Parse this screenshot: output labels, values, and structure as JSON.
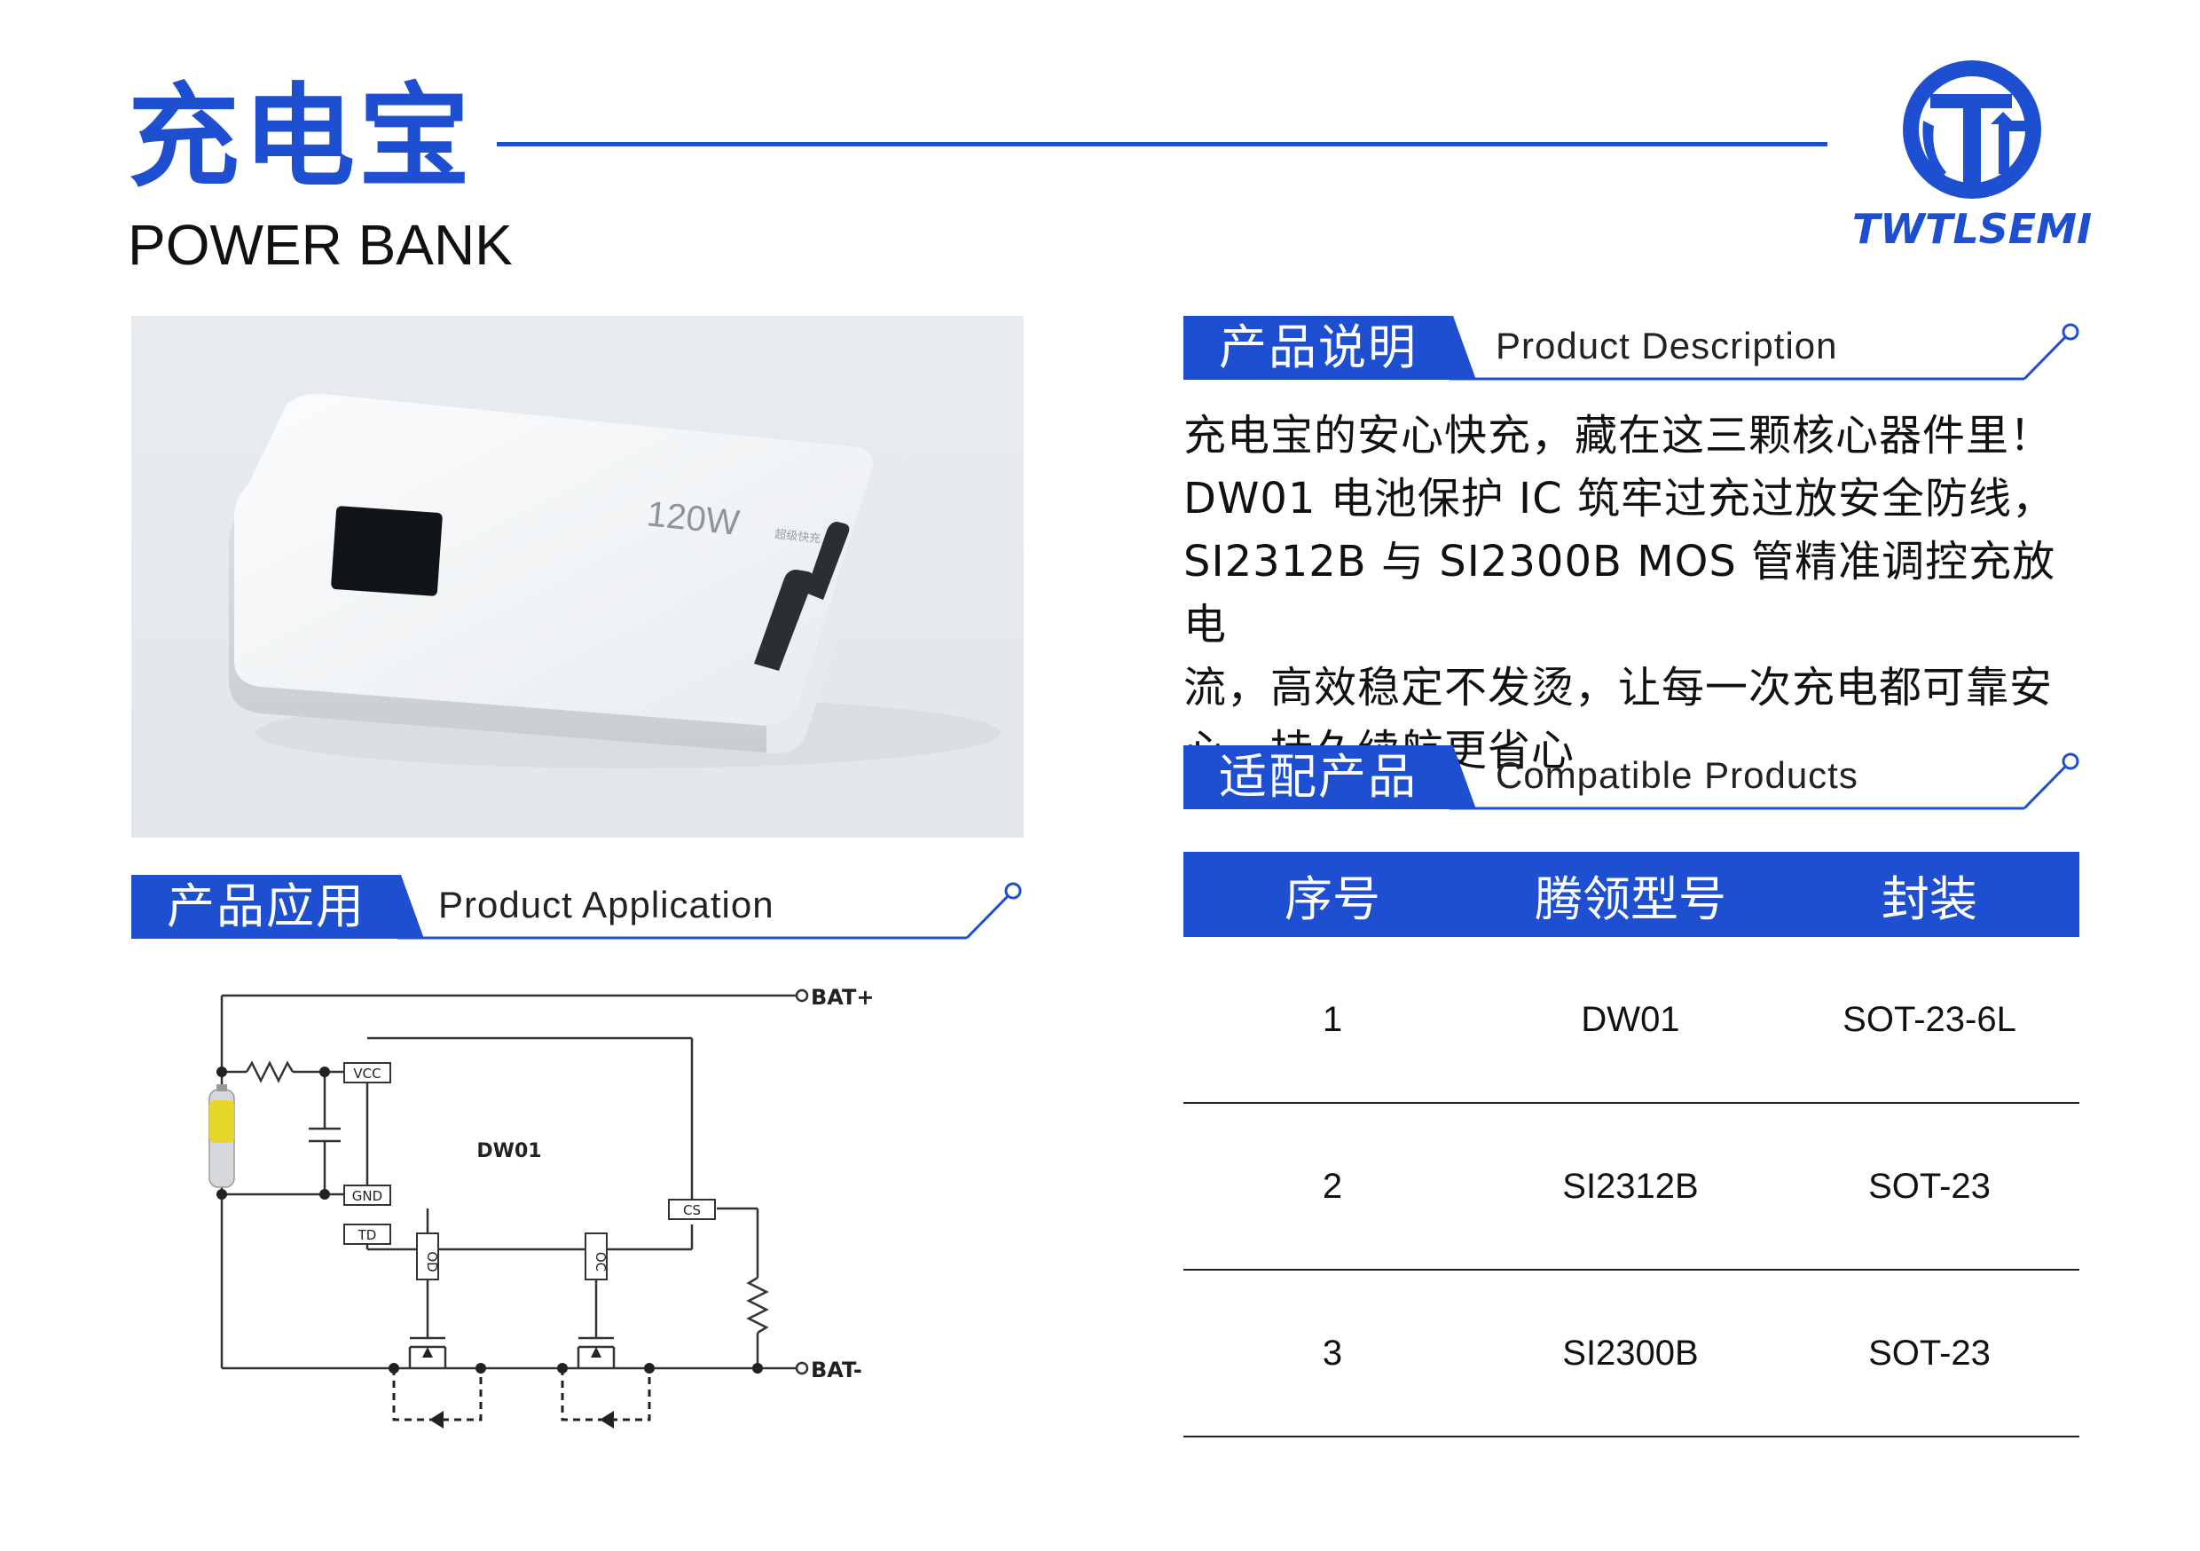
{
  "header": {
    "title_cn": "充电宝",
    "title_en": "POWER BANK",
    "logo_text": "TWTLSEMI",
    "brand_color": "#1f4fd1"
  },
  "photo": {
    "device_label": "120W",
    "device_sub": "超级快充"
  },
  "sections": {
    "description": {
      "cn": "产品说明",
      "en": "Product Description"
    },
    "compatible": {
      "cn": "适配产品",
      "en": "Compatible Products"
    },
    "application": {
      "cn": "产品应用",
      "en": "Product Application"
    }
  },
  "description_lines": [
    "充电宝的安心快充，藏在这三颗核心器件里！",
    "DW01 电池保护 IC 筑牢过充过放安全防线，",
    "SI2312B 与 SI2300B MOS 管精准调控充放电",
    "流，高效稳定不发烫，让每一次充电都可靠安",
    "心，持久续航更省心"
  ],
  "table": {
    "headers": [
      "序号",
      "腾领型号",
      "封装"
    ],
    "rows": [
      [
        "1",
        "DW01",
        "SOT-23-6L"
      ],
      [
        "2",
        "SI2312B",
        "SOT-23"
      ],
      [
        "3",
        "SI2300B",
        "SOT-23"
      ]
    ]
  },
  "circuit": {
    "bat_plus": "BAT+",
    "bat_minus": "BAT-",
    "chip": "DW01",
    "pins": {
      "vcc": "VCC",
      "gnd": "GND",
      "td": "TD",
      "cs": "CS",
      "od": "OD",
      "oc": "OC"
    }
  }
}
